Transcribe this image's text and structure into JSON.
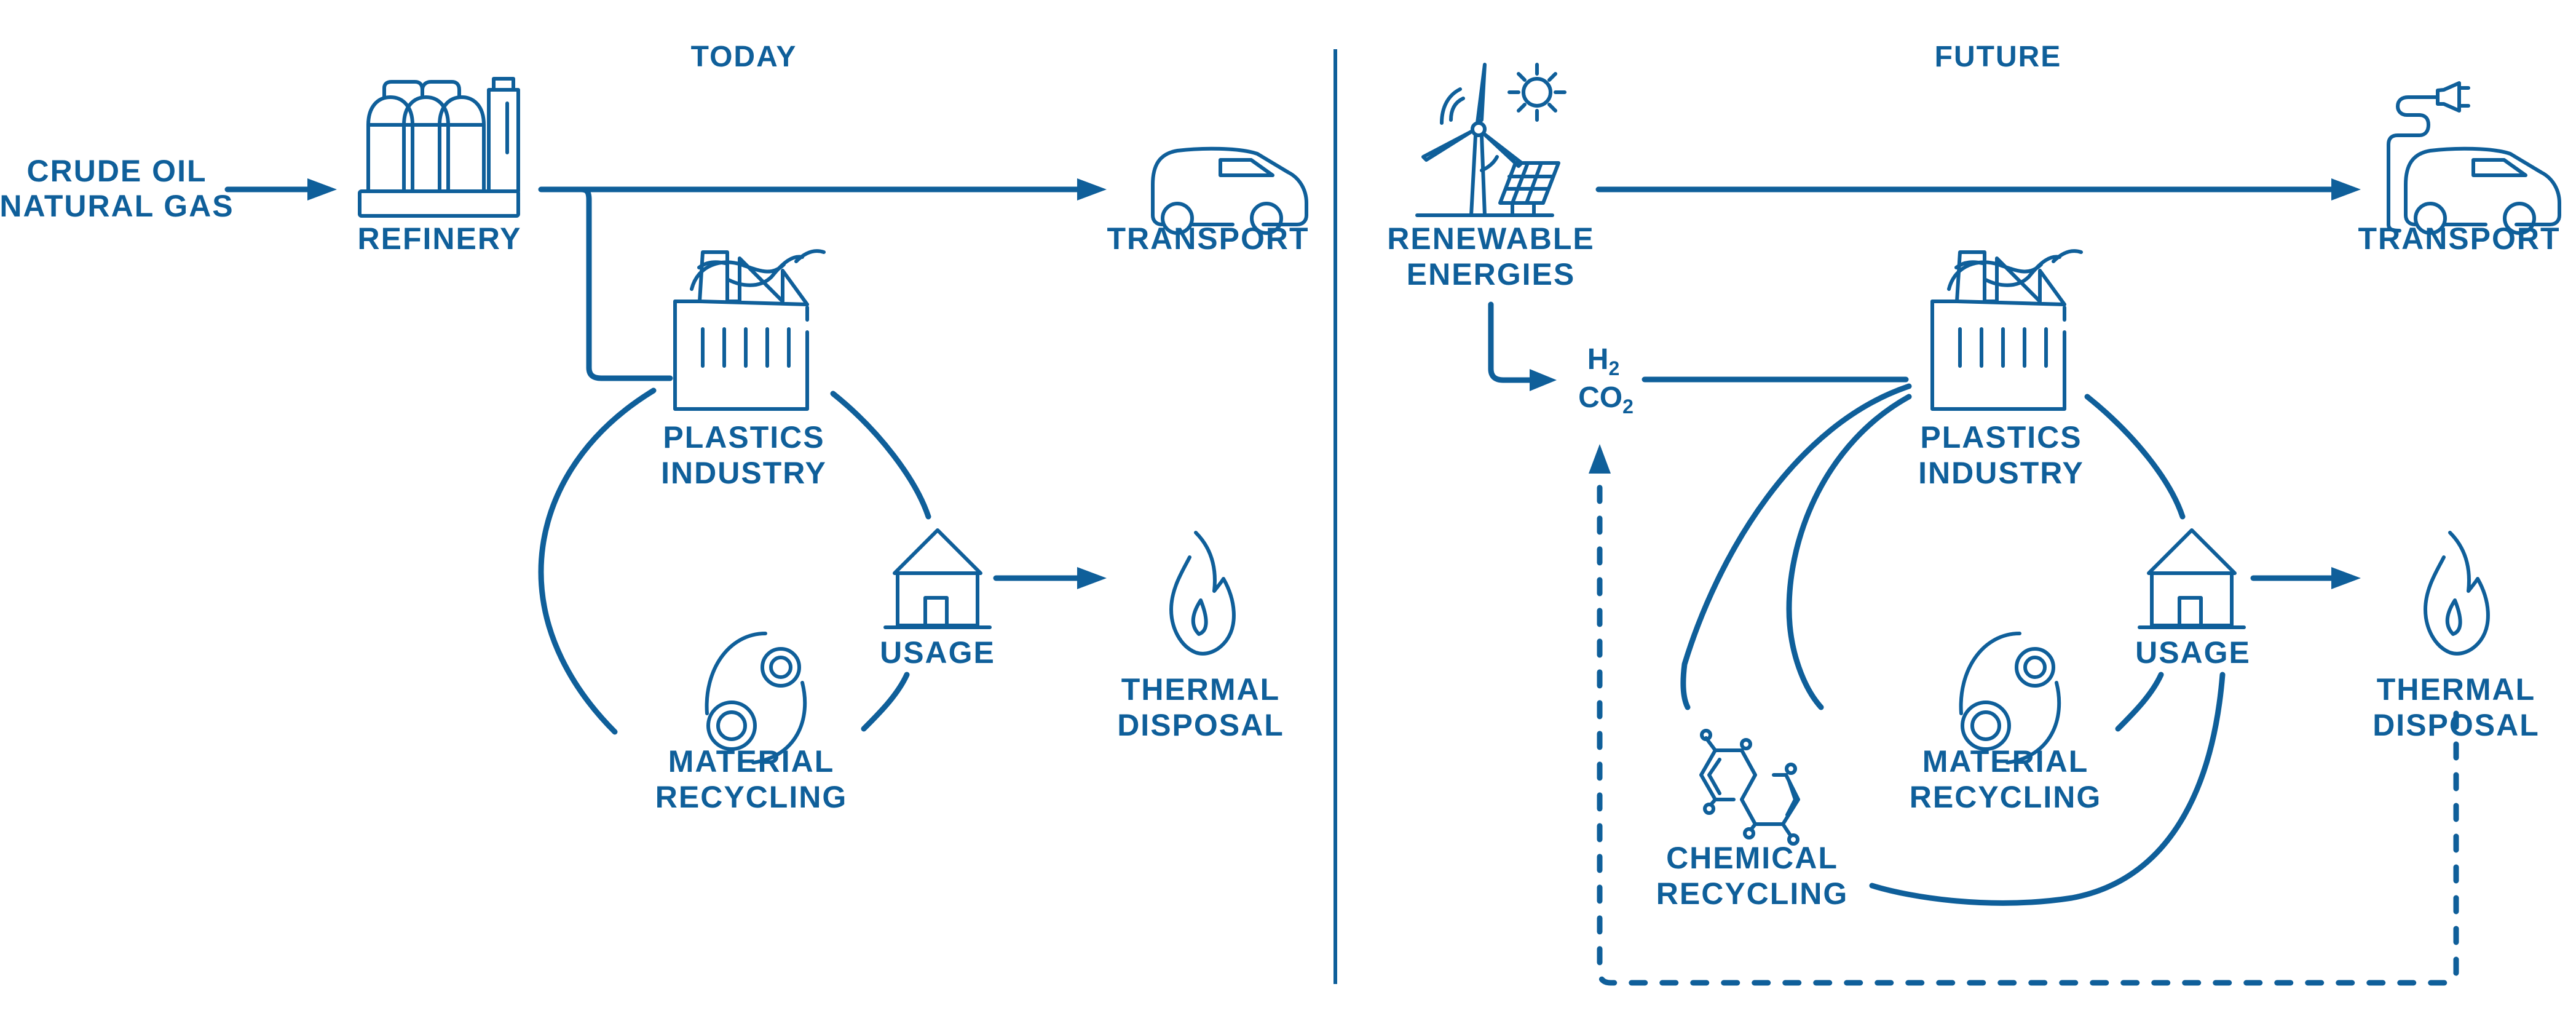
{
  "colors": {
    "primary": "#0F5F9A",
    "background": "#FFFFFF"
  },
  "today": {
    "title": "TODAY",
    "source": {
      "line1": "CRUDE OIL",
      "line2": "NATURAL GAS"
    },
    "refinery": {
      "label": "REFINERY",
      "icon": "refinery-icon"
    },
    "transport": {
      "label": "TRANSPORT",
      "icon": "car-icon"
    },
    "plastics_industry": {
      "line1": "PLASTICS",
      "line2": "INDUSTRY",
      "icon": "factory-icon"
    },
    "usage": {
      "label": "USAGE",
      "icon": "house-icon"
    },
    "thermal_disposal": {
      "line1": "THERMAL",
      "line2": "DISPOSAL",
      "icon": "flame-icon"
    },
    "material_recycling": {
      "line1": "MATERIAL",
      "line2": "RECYCLING",
      "icon": "gears-icon"
    }
  },
  "future": {
    "title": "FUTURE",
    "renewable": {
      "line1": "RENEWABLE",
      "line2": "ENERGIES",
      "icon": "wind-solar-icon"
    },
    "transport": {
      "label": "TRANSPORT",
      "icon": "electric-car-icon"
    },
    "feedstock": {
      "h": "H",
      "h_sub": "2",
      "co": "CO",
      "co_sub": "2"
    },
    "plastics_industry": {
      "line1": "PLASTICS",
      "line2": "INDUSTRY",
      "icon": "factory-icon"
    },
    "usage": {
      "label": "USAGE",
      "icon": "house-icon"
    },
    "thermal_disposal": {
      "line1": "THERMAL",
      "line2": "DISPOSAL",
      "icon": "flame-icon"
    },
    "material_recycling": {
      "line1": "MATERIAL",
      "line2": "RECYCLING",
      "icon": "gears-icon"
    },
    "chemical_recycling": {
      "line1": "CHEMICAL",
      "line2": "RECYCLING",
      "icon": "molecule-icon"
    }
  }
}
